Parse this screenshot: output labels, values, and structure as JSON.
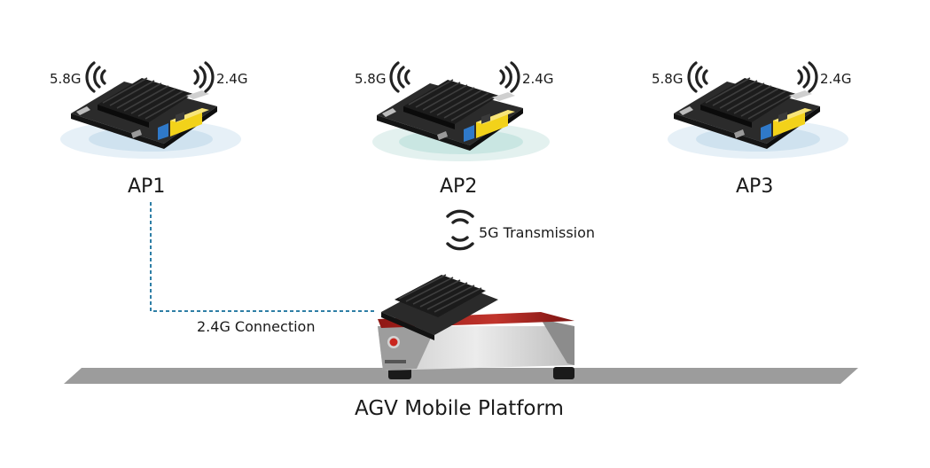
{
  "access_points": [
    {
      "label": "AP1",
      "band_left": "5.8G",
      "band_right": "2.4G"
    },
    {
      "label": "AP2",
      "band_left": "5.8G",
      "band_right": "2.4G"
    },
    {
      "label": "AP3",
      "band_left": "5.8G",
      "band_right": "2.4G"
    }
  ],
  "links": {
    "ap1_to_agv": "2.4G Connection",
    "ap2_to_agv": "5G Transmission"
  },
  "platform": {
    "title": "AGV Mobile Platform"
  },
  "colors": {
    "ellipse_blue": "#dbe9f3",
    "ellipse_green": "#d7ecea",
    "ethernet_yellow": "#f2d21a",
    "connector_blue": "#2f79c9",
    "dashed_line": "#2f7fa6",
    "agv_red": "#b3211d",
    "floor_gray": "#9c9c9c"
  },
  "icons": {
    "wifi_left": "wifi-signal-left-icon",
    "wifi_right": "wifi-signal-right-icon",
    "signal_down": "broadcast-signal-icon"
  }
}
